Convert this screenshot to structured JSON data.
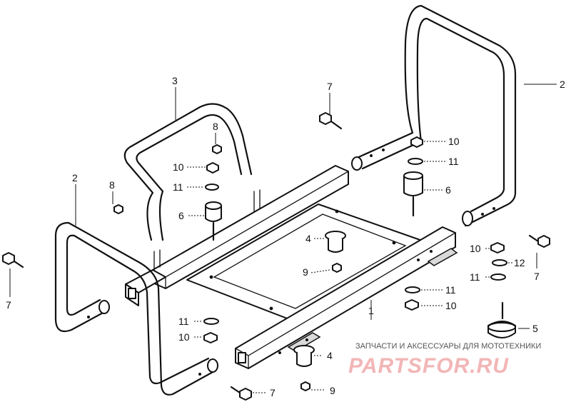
{
  "callouts": [
    {
      "id": "c-1",
      "text": "1"
    },
    {
      "id": "c-2-right",
      "text": "2"
    },
    {
      "id": "c-2-left",
      "text": "2"
    },
    {
      "id": "c-3",
      "text": "3"
    },
    {
      "id": "c-4-top",
      "text": "4"
    },
    {
      "id": "c-4-bottom",
      "text": "4"
    },
    {
      "id": "c-5",
      "text": "5"
    },
    {
      "id": "c-6-left",
      "text": "6"
    },
    {
      "id": "c-6-right",
      "text": "6"
    },
    {
      "id": "c-7-top",
      "text": "7"
    },
    {
      "id": "c-7-right",
      "text": "7"
    },
    {
      "id": "c-7-left",
      "text": "7"
    },
    {
      "id": "c-7-bottom",
      "text": "7"
    },
    {
      "id": "c-8-top",
      "text": "8"
    },
    {
      "id": "c-8-left",
      "text": "8"
    },
    {
      "id": "c-9-top",
      "text": "9"
    },
    {
      "id": "c-9-bottom",
      "text": "9"
    },
    {
      "id": "c-10-top",
      "text": "10"
    },
    {
      "id": "c-10-left",
      "text": "10"
    },
    {
      "id": "c-10-right-upper",
      "text": "10"
    },
    {
      "id": "c-10-right-lower",
      "text": "10"
    },
    {
      "id": "c-10-bottom",
      "text": "10"
    },
    {
      "id": "c-10-lower-left",
      "text": "10"
    },
    {
      "id": "c-11-top",
      "text": "11"
    },
    {
      "id": "c-11-left",
      "text": "11"
    },
    {
      "id": "c-11-right-upper",
      "text": "11"
    },
    {
      "id": "c-11-right-lower",
      "text": "11"
    },
    {
      "id": "c-11-lower-left",
      "text": "11"
    },
    {
      "id": "c-12",
      "text": "12"
    }
  ],
  "watermark": {
    "tagline": "ЗАПЧАСТИ И АКСЕССУАРЫ ДЛЯ МОТОТЕХНИКИ",
    "brand": "PARTSFOR.RU"
  }
}
